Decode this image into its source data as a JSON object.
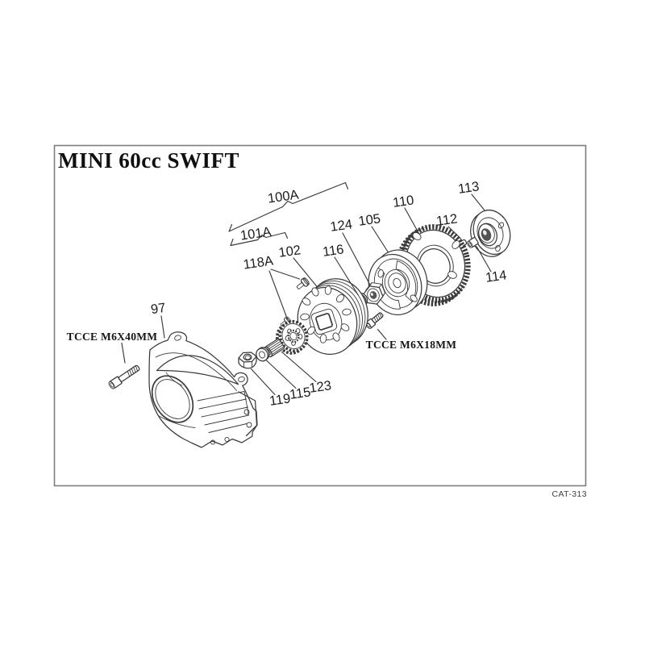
{
  "header": {
    "title": "MINI 60cc SWIFT"
  },
  "footer": {
    "catalog_ref": "CAT-313"
  },
  "colors": {
    "paper": "#ffffff",
    "ink": "#3a3a3a",
    "border": "#7d7d7d",
    "bore_fill": "#545454"
  },
  "callouts": {
    "c97": "97",
    "c100a": "100A",
    "c101a": "101A",
    "c102": "102",
    "c105": "105",
    "c110": "110",
    "c112": "112",
    "c113": "113",
    "c114": "114",
    "c115": "115",
    "c116": "116",
    "c118a": "118A",
    "c119": "119",
    "c123": "123",
    "c124": "124"
  },
  "specs": {
    "bolt_left": "TCCE M6X40MM",
    "bolt_right": "TCCE M6X18MM"
  }
}
